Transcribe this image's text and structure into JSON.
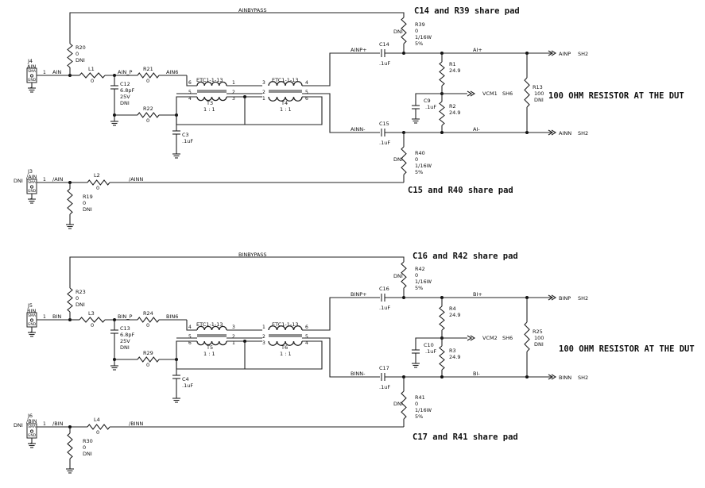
{
  "annotations": {
    "a_top": "C14 and R39 share pad",
    "a_bot": "C15 and R40 share pad",
    "a_dut": "100 OHM RESISTOR AT THE DUT",
    "b_top": "C16 and R42 share pad",
    "b_bot": "C17 and R41 share pad",
    "b_dut": "100 OHM RESISTOR AT THE DUT"
  },
  "channel_a": {
    "bypass_net": "AINBYPASS",
    "in_conn": {
      "ref": "J4",
      "net": "AIN",
      "type": "SMA",
      "gnd": "GND",
      "pin": "1"
    },
    "in_net": "AIN",
    "inv_conn": {
      "ref": "J3",
      "net": "/AIN",
      "type": "SMA",
      "gnd": "GND",
      "pin": "1",
      "dni": "DNI"
    },
    "inv_net": "/AIN",
    "inv_net2": "/AINN",
    "r_bypass": [
      "R20",
      "0",
      "DNI"
    ],
    "l_in": [
      "L1",
      "0"
    ],
    "net_p": "AIN_P",
    "c_shunt": [
      "C12",
      "6.8pF",
      "25V",
      "DNI"
    ],
    "r_series": [
      "R21",
      "0"
    ],
    "net_6": "AIN6",
    "r_alt": [
      "R22",
      "0"
    ],
    "c_ct": [
      "C3",
      ".1uF"
    ],
    "t1": {
      "ref": "T3",
      "part": "ETC1-1-13",
      "ratio": "1 : 1",
      "pins": [
        "6",
        "5",
        "4",
        "1",
        "2",
        "3"
      ]
    },
    "t2": {
      "ref": "T4",
      "part": "ETC1-1-13",
      "ratio": "1 : 1",
      "pins": [
        "3",
        "2",
        "1",
        "4",
        "5",
        "6"
      ]
    },
    "net_pos": "AINP+",
    "net_neg": "AINN-",
    "c_pos": [
      "C14",
      ".1uF"
    ],
    "c_neg": [
      "C15",
      ".1uF"
    ],
    "r_top": [
      "R39",
      "0",
      "1/16W",
      "5%",
      "DNI"
    ],
    "r_bottom": [
      "R40",
      "0",
      "1/16W",
      "5%",
      "DNI"
    ],
    "r_term_top": [
      "R1",
      "24.9"
    ],
    "r_term_bot": [
      "R2",
      "24.9"
    ],
    "c_vcm": [
      "C9",
      ".1uF"
    ],
    "vcm": [
      "VCM1",
      "SH6"
    ],
    "net_out_p": "AI+",
    "net_out_n": "AI-",
    "r_dut": [
      "R13",
      "100",
      "DNI"
    ],
    "out_p": [
      "AINP",
      "SH2"
    ],
    "out_n": [
      "AINN",
      "SH2"
    ],
    "l_inv": [
      "L2",
      "0"
    ],
    "r_inv": [
      "R19",
      "0",
      "DNI"
    ]
  },
  "channel_b": {
    "bypass_net": "BINBYPASS",
    "in_conn": {
      "ref": "J5",
      "net": "BIN",
      "type": "SMA",
      "gnd": "GND",
      "pin": "1"
    },
    "in_net": "BIN",
    "inv_conn": {
      "ref": "J6",
      "net": "/BIN",
      "type": "SMA",
      "gnd": "GND",
      "pin": "1",
      "dni": "DNI"
    },
    "inv_net": "/BIN",
    "inv_net2": "/BINN",
    "r_bypass": [
      "R23",
      "0",
      "DNI"
    ],
    "l_in": [
      "L3",
      "0"
    ],
    "net_p": "BIN_P",
    "c_shunt": [
      "C13",
      "6.8pF",
      "25V",
      "DNI"
    ],
    "r_series": [
      "R24",
      "0"
    ],
    "net_6": "BIN6",
    "r_alt": [
      "R29",
      "0"
    ],
    "c_ct": [
      "C4",
      ".1uF"
    ],
    "t1": {
      "ref": "T5",
      "part": "ETC1-1-13",
      "ratio": "1 : 1",
      "pins": [
        "4",
        "5",
        "6",
        "3",
        "2",
        "1"
      ]
    },
    "t2": {
      "ref": "T6",
      "part": "ETC1-1-13",
      "ratio": "1 : 1",
      "pins": [
        "1",
        "2",
        "3",
        "6",
        "5",
        "4"
      ]
    },
    "net_pos": "BINP+",
    "net_neg": "BINN-",
    "c_pos": [
      "C16",
      ".1uF"
    ],
    "c_neg": [
      "C17",
      ".1uF"
    ],
    "r_top": [
      "R42",
      "0",
      "1/16W",
      "5%",
      "DNI"
    ],
    "r_bottom": [
      "R41",
      "0",
      "1/16W",
      "5%",
      "DNI"
    ],
    "r_term_top": [
      "R4",
      "24.9"
    ],
    "r_term_bot": [
      "R3",
      "24.9"
    ],
    "c_vcm": [
      "C10",
      ".1uF"
    ],
    "vcm": [
      "VCM2",
      "SH6"
    ],
    "net_out_p": "BI+",
    "net_out_n": "BI-",
    "r_dut": [
      "R25",
      "100",
      "DNI"
    ],
    "out_p": [
      "BINP",
      "SH2"
    ],
    "out_n": [
      "BINN",
      "SH2"
    ],
    "l_inv": [
      "L4",
      "0"
    ],
    "r_inv": [
      "R30",
      "0",
      "DNI"
    ]
  }
}
